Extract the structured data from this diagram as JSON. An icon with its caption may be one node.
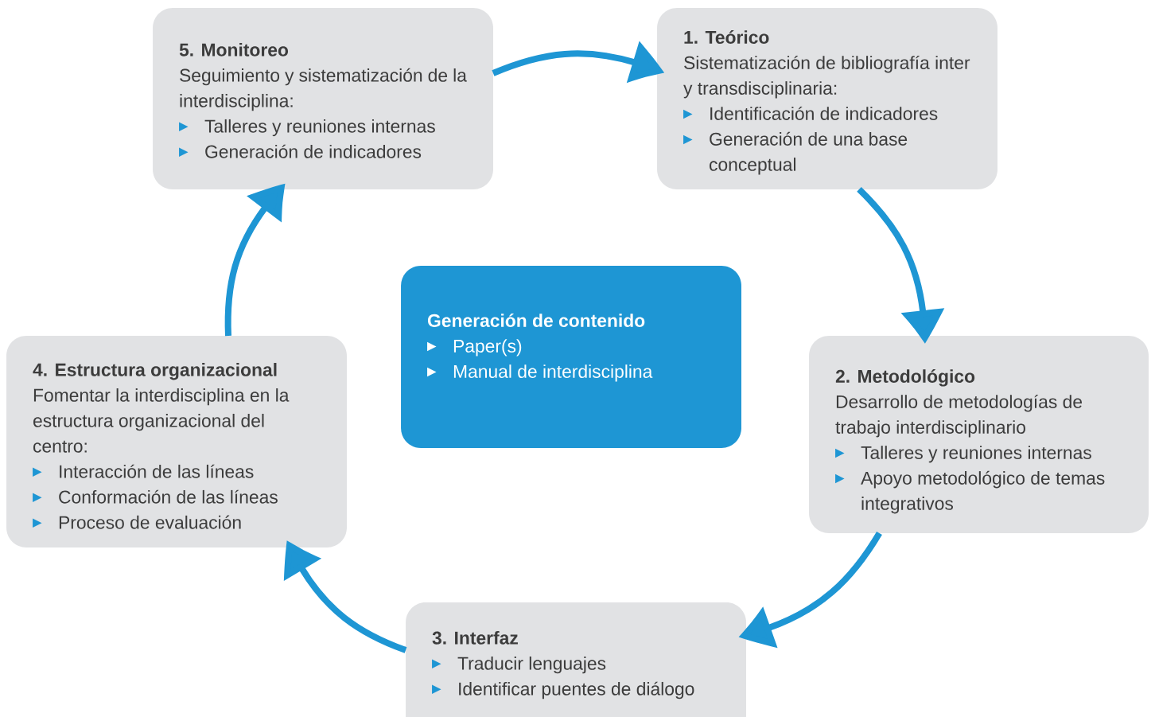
{
  "diagram": {
    "nodes": [
      {
        "text": [
          "5. Monitoreo",
          "Seguimiento y sistematización de la interdisciplina:",
          "Talleres y reuniones internas",
          "Generación de indicadores"
        ]
      },
      {
        "text": [
          "1. Teórico",
          "Sistematización de bibliografía inter y transdisciplinaria:",
          "Identificación de indicadores",
          "Generación de una base conceptual"
        ]
      },
      {
        "text": [
          "Generación de contenido",
          "Paper(s)",
          "Manual de interdisciplina"
        ]
      },
      {
        "text": [
          "2. Metodológico",
          "Desarrollo de metodologías de trabajo interdisciplinario",
          "Talleres y reuniones internas",
          "Apoyo metodológico de temas integrativos"
        ]
      },
      {
        "text": [
          "4. Estructura organizacional",
          "Fomentar la interdisciplina en la estructura organizacional del centro:",
          "Interacción de las líneas",
          "Conformación de las líneas",
          "Proceso de evaluación"
        ]
      },
      {
        "text": [
          "3. Interfaz",
          "Traducir lenguajes",
          "Identificar puentes de diálogo"
        ]
      }
    ],
    "edges": [
      {
        "from": 0,
        "to": 1,
        "arrow": "to"
      },
      {
        "from": 1,
        "to": 3,
        "arrow": "to"
      },
      {
        "from": 3,
        "to": 5,
        "arrow": "to"
      },
      {
        "from": 5,
        "to": 4,
        "arrow": "to"
      },
      {
        "from": 4,
        "to": 0,
        "arrow": "to"
      }
    ]
  }
}
